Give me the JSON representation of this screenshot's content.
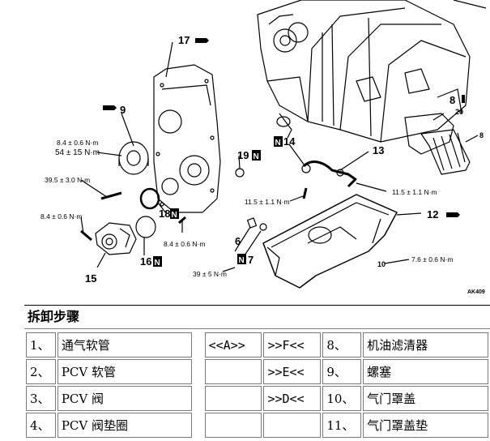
{
  "diagram": {
    "callouts": {
      "c17": "17",
      "c9": "9",
      "c19": "19",
      "c14": "14",
      "c13": "13",
      "c8": "8",
      "c20": "20",
      "c8b": "8",
      "c18": "18",
      "c16": "16",
      "c15": "15",
      "c6": "6",
      "c7": "7",
      "c12": "12",
      "c10": "10"
    },
    "torques": {
      "t1": "8.4 ± 0.6 N·m",
      "t2": "54 ± 15 N·m",
      "t3": "39.5 ± 3.0 N·m",
      "t4": "8.4 ± 0.6 N·m",
      "t5": "8.4 ± 0.6 N·m",
      "t6": "11.5 ± 1.1 N·m",
      "t7": "11.5 ± 1.1 N·m",
      "t8": "39 ± 5 N·m",
      "t9": "7.6 ± 0.6 N·m"
    },
    "figure_code": "AK409"
  },
  "procedure": {
    "title": "拆卸步骤",
    "rows": [
      {
        "num": "1、",
        "name": "通气软管",
        "m1": "<<A>>",
        "m2": ">>F<<",
        "num2": "8、",
        "name2": "机油滤清器"
      },
      {
        "num": "2、",
        "name": "PCV 软管",
        "m1": "",
        "m2": ">>E<<",
        "num2": "9、",
        "name2": "螺塞"
      },
      {
        "num": "3、",
        "name": "PCV 阀",
        "m1": "",
        "m2": ">>D<<",
        "num2": "10、",
        "name2": "气门罩盖"
      },
      {
        "num": "4、",
        "name": "PCV 阀垫圈",
        "m1": "",
        "m2": "",
        "num2": "11、",
        "name2": "气门罩盖垫"
      }
    ]
  },
  "colors": {
    "line": "#000000",
    "cell_border": "#7a7a7a",
    "background": "#ffffff"
  }
}
